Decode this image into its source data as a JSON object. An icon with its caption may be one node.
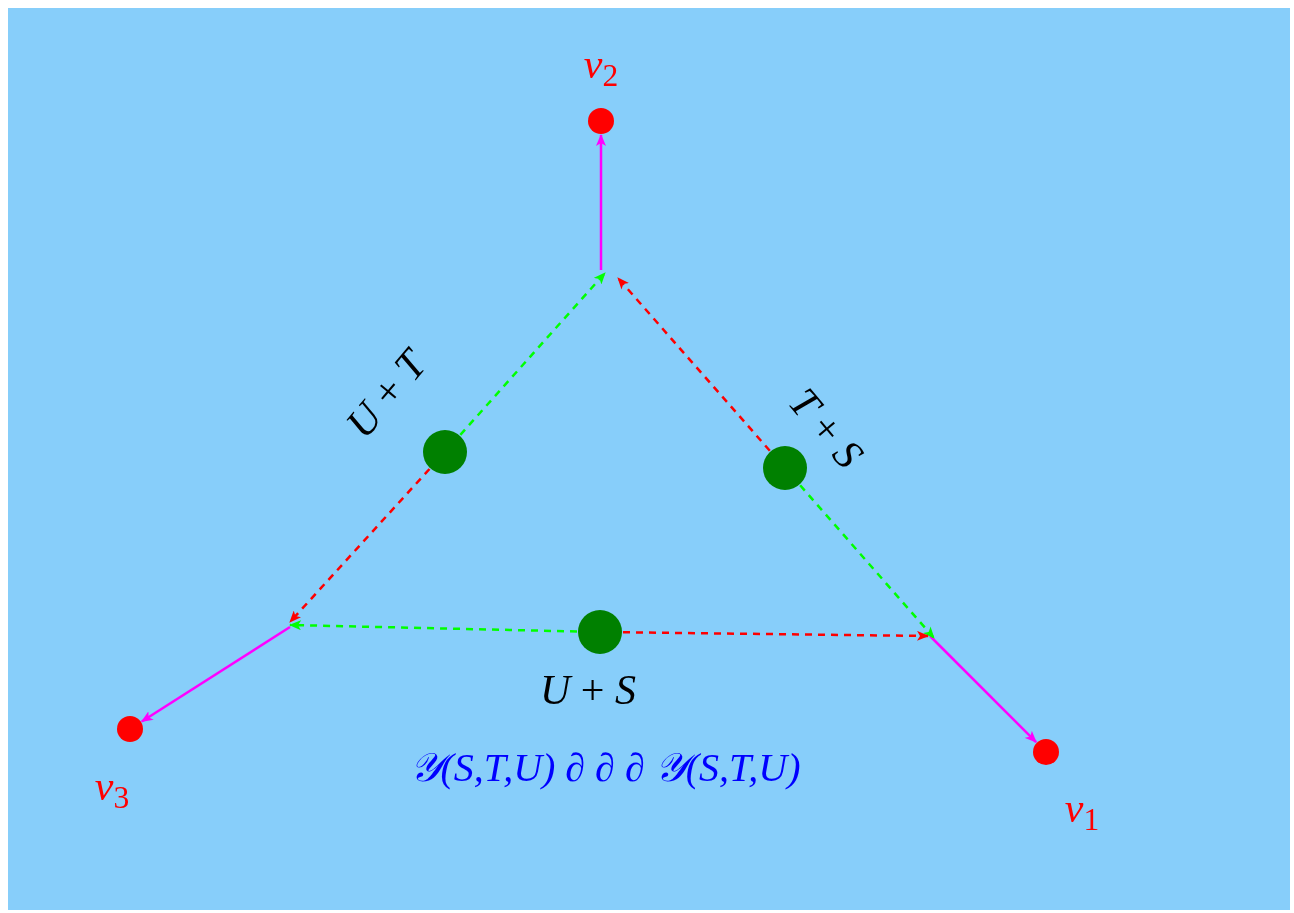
{
  "diagram": {
    "nodes": [
      {
        "text": [],
        "shape": "circle",
        "beside": [
          "*v*$_{1}$"
        ]
      },
      {
        "text": [],
        "shape": "circle",
        "beside": [
          "*v*$_{2}$"
        ]
      },
      {
        "text": [],
        "shape": "circle",
        "beside": [
          "*v*$_{3}$"
        ]
      },
      {
        "text": [],
        "shape": "circle",
        "beside": [
          "*U* + *T*"
        ]
      },
      {
        "text": [],
        "shape": "circle",
        "beside": [
          "*T* + *S*"
        ]
      },
      {
        "text": [],
        "shape": "circle",
        "beside": [
          "*U* + *S*"
        ]
      }
    ],
    "edges": [
      {
        "from": null,
        "to": 1,
        "arrow": "to"
      },
      {
        "from": null,
        "to": 0,
        "arrow": "to"
      },
      {
        "from": null,
        "to": 2,
        "arrow": "to"
      },
      {
        "from": 3,
        "to": null,
        "arrow": "to",
        "style": "dashed",
        "color": "#00ff00"
      },
      {
        "from": 3,
        "to": null,
        "arrow": "to",
        "style": "dashed",
        "color": "#ff0000"
      },
      {
        "from": 4,
        "to": null,
        "arrow": "to",
        "style": "dashed",
        "color": "#ff0000"
      },
      {
        "from": 4,
        "to": null,
        "arrow": "to",
        "style": "dashed",
        "color": "#00ff00"
      },
      {
        "from": 5,
        "to": null,
        "arrow": "to",
        "style": "dashed",
        "color": "#00ff00"
      },
      {
        "from": 5,
        "to": null,
        "arrow": "to",
        "style": "dashed",
        "color": "#ff0000"
      }
    ],
    "labels": [
      "𝒴(S,T,U) ∂ ∂ ∂ 𝒴(S,T,U)"
    ]
  }
}
